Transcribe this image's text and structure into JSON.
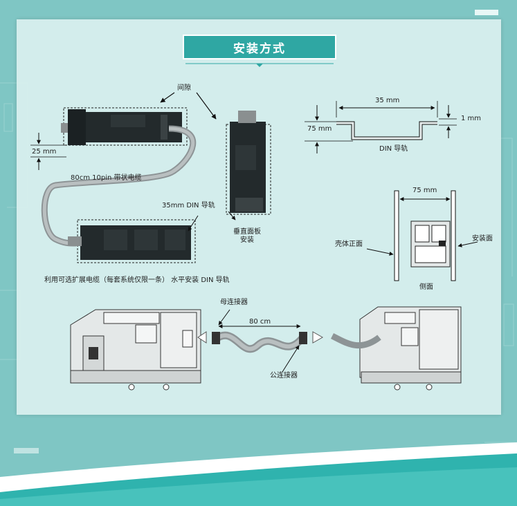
{
  "title": "安装方式",
  "labels": {
    "gap": "间隙",
    "dim_25mm": "25 mm",
    "ribbon_cable": "80cm 10pin 带状电缆",
    "din35": "35mm DIN 导轨",
    "vertical_mount": "垂直面板\n安装",
    "horizontal_note": "利用可选扩展电缆（每套系统仅限一条） 水平安装 DIN 导轨",
    "dim_35mm": "35 mm",
    "dim_75mm_rail": "75 mm",
    "dim_1mm": "1 mm",
    "din_rail": "DIN 导轨",
    "dim_75mm_side": "75 mm",
    "housing_front": "壳体正面",
    "mount_face": "安装面",
    "side_view": "侧面",
    "female_connector": "母连接器",
    "dim_80cm": "80 cm",
    "male_connector": "公连接器"
  },
  "colors": {
    "background": "#7fc6c4",
    "panel": "#d6efee",
    "title_box": "#2fa7a3",
    "module_dark": "#232a2c",
    "plc_body": "#e4e8e8",
    "accent_bottom": "#2fb3ae"
  }
}
